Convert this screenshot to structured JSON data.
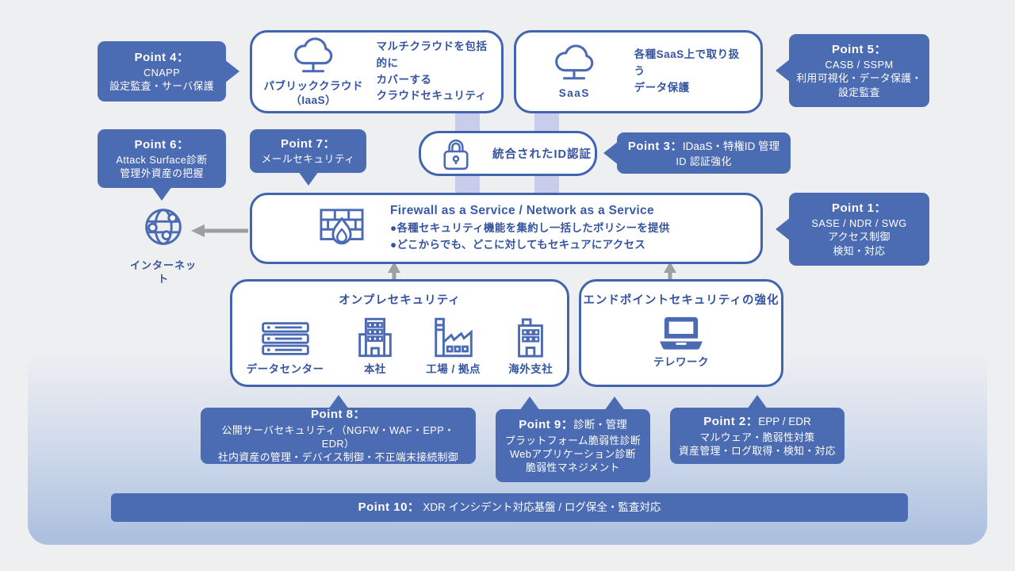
{
  "colors": {
    "accent_blue": "#4b6bb2",
    "outline_blue": "#4164ae",
    "text_blue": "#35549f",
    "icon_blue": "#4a6ab4",
    "connector_band": "#c7cdea",
    "arrow_gray": "#9d9fa2",
    "background": "#eeeff1",
    "gradient_bottom": "#aabfde"
  },
  "points": {
    "p1": {
      "head": "Point 1：",
      "body": "SASE / NDR / SWG\nアクセス制御\n検知・対応"
    },
    "p2": {
      "head": "Point 2：",
      "head_rest": "EPP / EDR",
      "body": "マルウェア・脆弱性対策\n資産管理・ログ取得・検知・対応"
    },
    "p3": {
      "head": "Point 3：",
      "head_rest": "IDaaS・特権ID 管理",
      "body": "ID 認証強化"
    },
    "p4": {
      "head": "Point 4：",
      "body": "CNAPP\n設定監査・サーバ保護"
    },
    "p5": {
      "head": "Point 5：",
      "body": "CASB / SSPM\n利用可視化・データ保護・\n設定監査"
    },
    "p6": {
      "head": "Point 6：",
      "body": "Attack Surface診断\n管理外資産の把握"
    },
    "p7": {
      "head": "Point 7：",
      "body": "メールセキュリティ"
    },
    "p8": {
      "head": "Point 8：",
      "body": "公開サーバセキュリティ（NGFW・WAF・EPP・EDR）\n社内資産の管理・デバイス制御・不正端末接続制御"
    },
    "p9": {
      "head": "Point 9：",
      "head_rest": "診断・管理",
      "body": "プラットフォーム脆弱性診断\nWebアプリケーション診断\n脆弱性マネジメント"
    },
    "p10": {
      "head": "Point 10：",
      "head_rest": "XDR インシデント対応基盤 / ログ保全・監査対応"
    }
  },
  "iaas": {
    "icon": "cloud-icon",
    "label": "パブリッククラウド\n（IaaS）",
    "desc": "マルチクラウドを包括的に\nカバーする\nクラウドセキュリティ"
  },
  "saas": {
    "icon": "cloud-icon",
    "label": "SaaS",
    "desc": "各種SaaS上で取り扱う\nデータ保護"
  },
  "id_auth": {
    "icon": "lock-icon",
    "label": "統合されたID認証"
  },
  "faas": {
    "icon": "firewall-icon",
    "title": "Firewall as a Service / Network as a Service",
    "bullet1": "●各種セキュリティ機能を集約し一括したポリシーを提供",
    "bullet2": "●どこからでも、どこに対してもセキュアにアクセス"
  },
  "internet": {
    "icon": "globe-network-icon",
    "label": "インターネット"
  },
  "onprem": {
    "title": "オンプレセキュリティ",
    "items": [
      {
        "icon": "server-rack-icon",
        "label": "データセンター"
      },
      {
        "icon": "headquarters-building-icon",
        "label": "本社"
      },
      {
        "icon": "factory-icon",
        "label": "工場 / 拠点"
      },
      {
        "icon": "overseas-branch-building-icon",
        "label": "海外支社"
      }
    ]
  },
  "endpoint": {
    "title": "エンドポイントセキュリティの強化",
    "item": {
      "icon": "laptop-icon",
      "label": "テレワーク"
    }
  }
}
